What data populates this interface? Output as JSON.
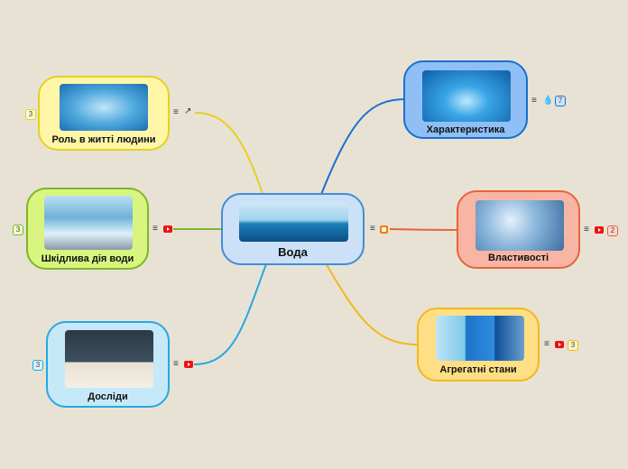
{
  "colors": {
    "background": "#e8e2d5",
    "central": "#cce0f7",
    "characteristic": "#8fbff5",
    "properties": "#f8b5a4",
    "aggregate": "#ffdf85",
    "experiments": "#c6e9f9",
    "harmful": "#d9f57f",
    "role": "#fff6a8"
  },
  "central": {
    "label": "Вода"
  },
  "nodes": {
    "characteristic": {
      "label": "Характеристика",
      "icons": [
        "notes-icon",
        "water-drop-icon"
      ],
      "count": "7"
    },
    "properties": {
      "label": "Властивості",
      "icons": [
        "notes-icon",
        "youtube-icon"
      ],
      "count": "2"
    },
    "aggregate": {
      "label": "Агрегатні стани",
      "icons": [
        "notes-icon",
        "youtube-icon"
      ],
      "count": "3"
    },
    "experiments": {
      "label": "Досліди",
      "icons": [
        "notes-icon",
        "youtube-icon"
      ],
      "count": "3"
    },
    "harmful": {
      "label": "Шкідлива дія води",
      "icons": [
        "notes-icon",
        "youtube-icon"
      ],
      "count": "3"
    },
    "role": {
      "label": "Роль в житті людини",
      "icons": [
        "notes-icon",
        "external-link-icon"
      ],
      "count": "3"
    }
  }
}
